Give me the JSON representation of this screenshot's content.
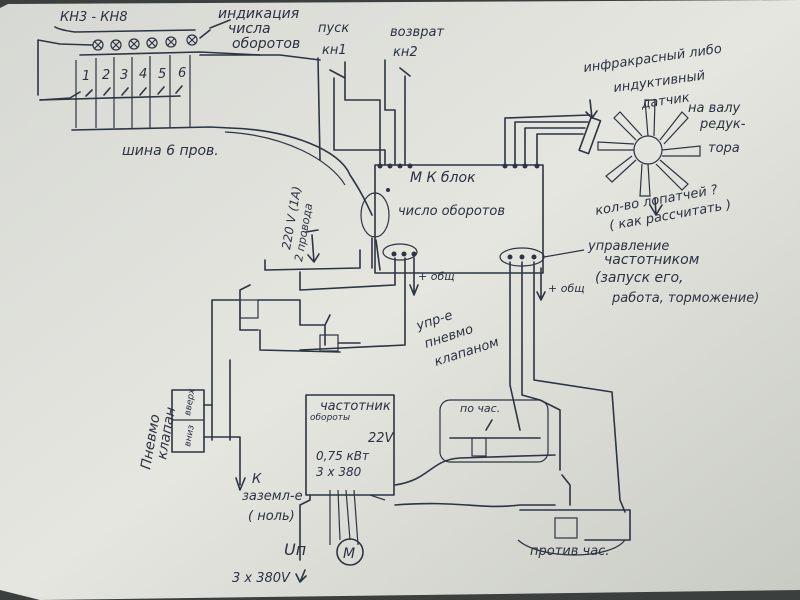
{
  "labels": {
    "kn_group": "КН3 - КН8",
    "indication": "индикация",
    "rpm_count": "числа",
    "revolutions": "оборотов",
    "start": "пуск",
    "kn1": "кн1",
    "return": "возврат",
    "kn2": "кн2",
    "num1": "1",
    "num2": "2",
    "num3": "3",
    "num4": "4",
    "num5": "5",
    "num6": "6",
    "bus": "шина 6 пров.",
    "ir": "инфракрасный либо",
    "inductive": "индуктивный",
    "sensor": "датчик",
    "shaft1": "на валу",
    "shaft2": "редук-",
    "shaft3": "тора",
    "mk": "М К блок",
    "rpm": "число оборотов",
    "power": "220 V (1A)",
    "wires": "2 провода",
    "blades1": "кол-во лопатчей ?",
    "blades2": "( как рассчитать )",
    "vfd_ctrl1": "управление",
    "vfd_ctrl2": "частотником",
    "vfd_ctrl3": "(запуск его,",
    "vfd_ctrl4": "работа, торможение)",
    "plus1": "+ общ",
    "plus2": "+ общ",
    "valve1": "упр-е",
    "valve2": "пневмо",
    "valve3": "клапаном",
    "pneumo1": "Пневмо",
    "pneumo2": "клапан",
    "up": "вверх",
    "down": "вниз",
    "vfd": "частотник",
    "vfd_rev": "обороты",
    "voltage": "22V",
    "power_kw": "0,75 кВт",
    "phases": "3 x 380",
    "ground_k": "К",
    "ground1": "заземл-е",
    "ground2": "( ноль)",
    "cw": "по час.",
    "ccw": "против час.",
    "motor": "М",
    "supply_u": "Uп",
    "supply": "3 x 380V"
  }
}
